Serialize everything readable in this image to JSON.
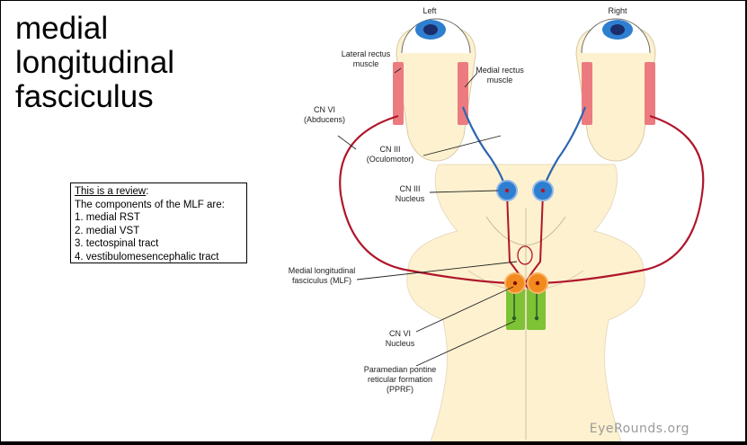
{
  "title_lines": [
    "medial",
    "longitudinal",
    "fasciculus"
  ],
  "review": {
    "heading": "This is a review",
    "heading_suffix": ":",
    "intro": "The components of the MLF are:",
    "items": [
      "1. medial RST",
      "2. medial VST",
      "3. tectospinal tract",
      "4. vestibulomesencephalic tract"
    ]
  },
  "diagram": {
    "side_left": "Left",
    "side_right": "Right",
    "lateral_rectus": [
      "Lateral rectus",
      "muscle"
    ],
    "medial_rectus": [
      "Medial rectus",
      "muscle"
    ],
    "cn6_abducens": [
      "CN VI",
      "(Abducens)"
    ],
    "cn3_oculomotor": [
      "CN III",
      "(Oculomotor)"
    ],
    "cn3_nucleus": [
      "CN III",
      "Nucleus"
    ],
    "mlf": [
      "Medial longitudinal",
      "fasciculus (MLF)"
    ],
    "cn6_nucleus": [
      "CN VI",
      "Nucleus"
    ],
    "pprf": [
      "Paramedian pontine",
      "reticular formation",
      "(PPRF)"
    ],
    "watermark": "EyeRounds.org"
  },
  "colors": {
    "brainstem": "#fdf1cf",
    "muscle": "#ec7b80",
    "nerve_red": "#b0162b",
    "nerve_blue": "#2e66b1",
    "eye_iris": "#2e7fd1",
    "nucleus_orange": "#f28a1e",
    "pprf_green": "#7ec236"
  }
}
